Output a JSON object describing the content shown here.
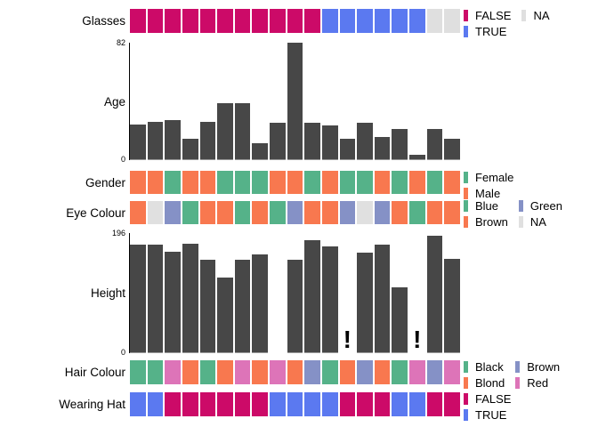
{
  "figure": {
    "background": "#ffffff",
    "n_records": 19,
    "bar_color": "#474747"
  },
  "chart_data": [
    {
      "id": "glasses",
      "type": "categorical-strip",
      "title": "Glasses",
      "values": [
        "FALSE",
        "FALSE",
        "FALSE",
        "FALSE",
        "FALSE",
        "FALSE",
        "FALSE",
        "FALSE",
        "FALSE",
        "FALSE",
        "FALSE",
        "TRUE",
        "TRUE",
        "TRUE",
        "TRUE",
        "TRUE",
        "TRUE",
        "NA",
        "NA"
      ],
      "palette": {
        "FALSE": "#cc0a68",
        "TRUE": "#5b79f0",
        "NA": "#dfdfdf"
      },
      "legend": [
        {
          "label": "FALSE",
          "color": "#cc0a68"
        },
        {
          "label": "TRUE",
          "color": "#5b79f0"
        },
        {
          "label": "NA",
          "color": "#dfdfdf"
        }
      ],
      "legend_position": "right"
    },
    {
      "id": "age",
      "type": "bar",
      "title": "Age",
      "values": [
        25,
        27,
        28,
        15,
        27,
        40,
        40,
        12,
        26,
        82,
        26,
        24,
        15,
        26,
        16,
        22,
        4,
        22,
        15
      ],
      "ylim": [
        0,
        82
      ],
      "ymax_label": "82",
      "ymin_label": "0",
      "bar_color": "#474747",
      "grid": false
    },
    {
      "id": "gender",
      "type": "categorical-strip",
      "title": "Gender",
      "values": [
        "Male",
        "Male",
        "Female",
        "Male",
        "Male",
        "Female",
        "Female",
        "Female",
        "Male",
        "Male",
        "Female",
        "Male",
        "Female",
        "Female",
        "Male",
        "Female",
        "Male",
        "Female",
        "Male"
      ],
      "palette": {
        "Female": "#55b289",
        "Male": "#f8784f"
      },
      "legend": [
        {
          "label": "Female",
          "color": "#55b289"
        },
        {
          "label": "Male",
          "color": "#f8784f"
        }
      ],
      "legend_position": "right"
    },
    {
      "id": "eye-colour",
      "type": "categorical-strip",
      "title": "Eye Colour",
      "values": [
        "Brown",
        "NA",
        "Green",
        "Blue",
        "Brown",
        "Brown",
        "Blue",
        "Brown",
        "Blue",
        "Green",
        "Brown",
        "Brown",
        "Green",
        "NA",
        "Green",
        "Brown",
        "Blue",
        "Brown",
        "Brown"
      ],
      "palette": {
        "Blue": "#55b289",
        "Brown": "#f8784f",
        "Green": "#8591c6",
        "NA": "#e0e0e0"
      },
      "legend": [
        {
          "label": "Blue",
          "color": "#55b289"
        },
        {
          "label": "Brown",
          "color": "#f8784f"
        },
        {
          "label": "Green",
          "color": "#8591c6"
        },
        {
          "label": "NA",
          "color": "#e0e0e0"
        }
      ],
      "legend_position": "right"
    },
    {
      "id": "height",
      "type": "bar",
      "title": "Height",
      "values": [
        177,
        177,
        165,
        178,
        153,
        124,
        153,
        161,
        0,
        153,
        184,
        174,
        null,
        164,
        177,
        108,
        null,
        192,
        154
      ],
      "ylim": [
        0,
        196
      ],
      "ymax_label": "196",
      "ymin_label": "0",
      "bar_color": "#474747",
      "missing_marker": "!",
      "grid": false
    },
    {
      "id": "hair-colour",
      "type": "categorical-strip",
      "title": "Hair Colour",
      "values": [
        "Black",
        "Black",
        "Red",
        "Blond",
        "Black",
        "Blond",
        "Red",
        "Blond",
        "Red",
        "Blond",
        "Brown",
        "Black",
        "Blond",
        "Brown",
        "Blond",
        "Black",
        "Red",
        "Brown",
        "Red"
      ],
      "palette": {
        "Black": "#55b289",
        "Blond": "#f8784f",
        "Brown": "#8591c6",
        "Red": "#dd74b8"
      },
      "legend": [
        {
          "label": "Black",
          "color": "#55b289"
        },
        {
          "label": "Blond",
          "color": "#f8784f"
        },
        {
          "label": "Brown",
          "color": "#8591c6"
        },
        {
          "label": "Red",
          "color": "#dd74b8"
        }
      ],
      "legend_position": "right"
    },
    {
      "id": "wearing-hat",
      "type": "categorical-strip",
      "title": "Wearing Hat",
      "values": [
        "TRUE",
        "TRUE",
        "FALSE",
        "FALSE",
        "FALSE",
        "FALSE",
        "FALSE",
        "FALSE",
        "TRUE",
        "TRUE",
        "TRUE",
        "TRUE",
        "FALSE",
        "FALSE",
        "FALSE",
        "TRUE",
        "TRUE",
        "FALSE",
        "FALSE"
      ],
      "palette": {
        "FALSE": "#cc0a68",
        "TRUE": "#5b79f0"
      },
      "legend": [
        {
          "label": "FALSE",
          "color": "#cc0a68"
        },
        {
          "label": "TRUE",
          "color": "#5b79f0"
        }
      ],
      "legend_position": "right"
    }
  ]
}
